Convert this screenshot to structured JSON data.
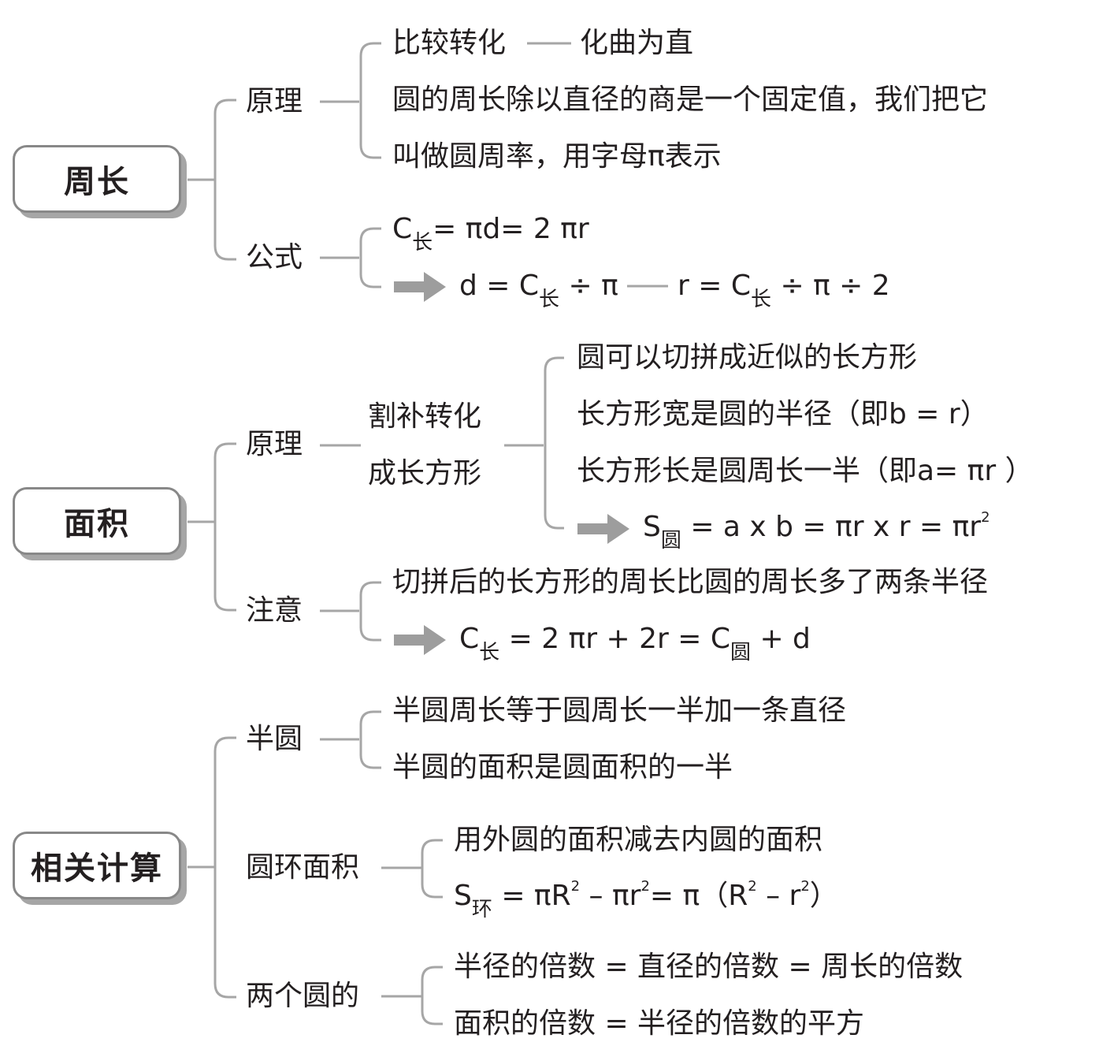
{
  "colors": {
    "line": "#a6a6a6",
    "box_border": "#888888",
    "box_shadow": "#a6a6a6",
    "arrow": "#9d9d9d",
    "text": "#231f20"
  },
  "icons": {
    "arrow": "right-arrow-icon"
  },
  "zhouchang": {
    "title": "周长",
    "yuanli": {
      "label": "原理",
      "l1a": "比较转化",
      "l1b": "化曲为直",
      "l2": "圆的周长除以直径的商是一个固定值，我们把它",
      "l3": "叫做圆周率，用字母π表示"
    },
    "gongshi": {
      "label": "公式",
      "f1": {
        "c": "C",
        "sub": "长",
        "rest": "= πd= 2 πr"
      },
      "f2": {
        "a": "d = C",
        "a_sub": "长",
        "a_rest": " ÷ π",
        "b": "r = C",
        "b_sub": "长",
        "b_rest": " ÷ π ÷ 2"
      }
    }
  },
  "mianji": {
    "title": "面积",
    "yuanli": {
      "label": "原理",
      "mid1": "割补转化",
      "mid2": "成长方形",
      "r1": "圆可以切拼成近似的长方形",
      "r2": "长方形宽是圆的半径（即b = r）",
      "r3": "长方形长是圆周长一半（即a= πr ）",
      "r4": {
        "s": "S",
        "sub": "圆",
        "rest": " = a x b = πr x r = πr",
        "sup": "2"
      }
    },
    "zhuyi": {
      "label": "注意",
      "l1": "切拼后的长方形的周长比圆的周长多了两条半径",
      "l2": {
        "c": "C",
        "sub1": "长",
        "mid": " = 2 πr + 2r = C",
        "sub2": "圆",
        "end": " + d"
      }
    }
  },
  "xiangguan": {
    "title": "相关计算",
    "banyuan": {
      "label": "半圆",
      "l1": "半圆周长等于圆周长一半加一条直径",
      "l2": "半圆的面积是圆面积的一半"
    },
    "yuanhuan": {
      "label": "圆环面积",
      "l1": "用外圆的面积减去内圆的面积",
      "l2": {
        "s": "S",
        "sub": "环",
        "p1": " = πR",
        "sup1": "2",
        "p2": " – πr",
        "sup2": "2",
        "p3": "= π（R",
        "sup3": "2",
        "p4": " – r",
        "sup4": "2",
        "p5": "）"
      }
    },
    "liangge": {
      "label": "两个圆的",
      "l1": "半径的倍数 = 直径的倍数 = 周长的倍数",
      "l2": "面积的倍数 = 半径的倍数的平方"
    }
  }
}
